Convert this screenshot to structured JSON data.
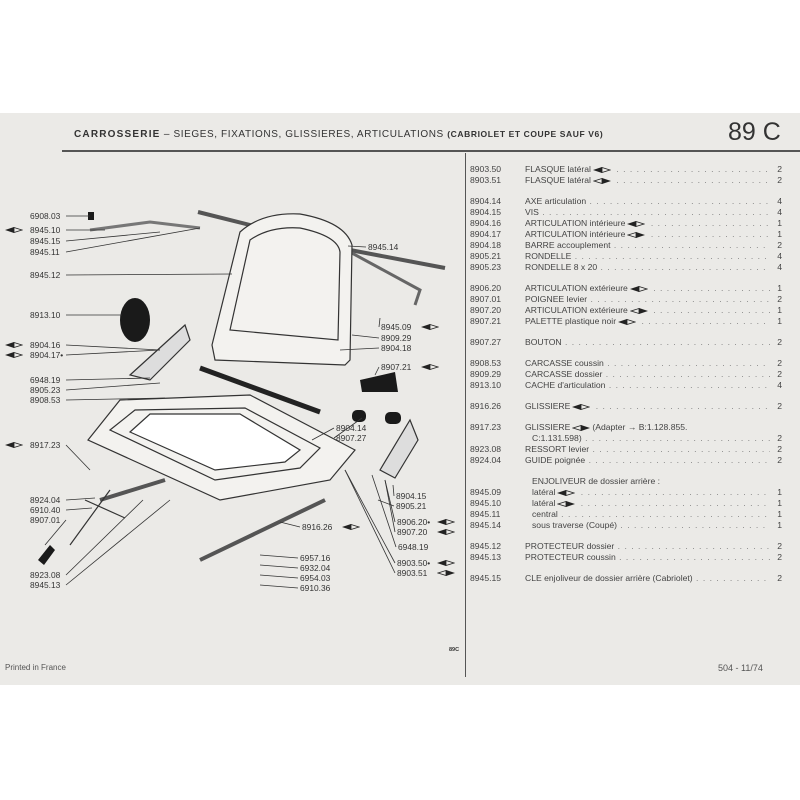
{
  "header": {
    "title_bold": "CARROSSERIE",
    "title_rest": " – SIEGES, FIXATIONS, GLISSIERES, ARTICULATIONS ",
    "title_paren": "(CABRIOLET ET COUPE SAUF V6)",
    "page_number": "89 C"
  },
  "parts_groups": [
    [
      {
        "ref": "8903.50",
        "desc": "FLASQUE latéral",
        "arrow": "left",
        "qty": "2"
      },
      {
        "ref": "8903.51",
        "desc": "FLASQUE latéral",
        "arrow": "right",
        "qty": "2"
      }
    ],
    [
      {
        "ref": "8904.14",
        "desc": "AXE articulation",
        "qty": "4"
      },
      {
        "ref": "8904.15",
        "desc": "VIS",
        "qty": "4"
      },
      {
        "ref": "8904.16",
        "desc": "ARTICULATION intérieure",
        "arrow": "left",
        "qty": "1"
      },
      {
        "ref": "8904.17",
        "desc": "ARTICULATION intérieure",
        "arrow": "right",
        "qty": "1"
      },
      {
        "ref": "8904.18",
        "desc": "BARRE accouplement",
        "qty": "2"
      },
      {
        "ref": "8905.21",
        "desc": "RONDELLE",
        "qty": "4"
      },
      {
        "ref": "8905.23",
        "desc": "RONDELLE 8 x 20",
        "qty": "4"
      }
    ],
    [
      {
        "ref": "8906.20",
        "desc": "ARTICULATION extérieure",
        "arrow": "left",
        "qty": "1"
      },
      {
        "ref": "8907.01",
        "desc": "POIGNEE levier",
        "qty": "2"
      },
      {
        "ref": "8907.20",
        "desc": "ARTICULATION extérieure",
        "arrow": "right",
        "qty": "1"
      },
      {
        "ref": "8907.21",
        "desc": "PALETTE plastique noir",
        "arrow": "left",
        "qty": "1"
      }
    ],
    [
      {
        "ref": "8907.27",
        "desc": "BOUTON",
        "qty": "2"
      }
    ],
    [
      {
        "ref": "8908.53",
        "desc": "CARCASSE coussin",
        "qty": "2"
      },
      {
        "ref": "8909.29",
        "desc": "CARCASSE dossier",
        "qty": "2"
      },
      {
        "ref": "8913.10",
        "desc": "CACHE d'articulation",
        "qty": "4"
      }
    ],
    [
      {
        "ref": "8916.26",
        "desc": "GLISSIERE",
        "arrow": "left",
        "qty": "2"
      }
    ],
    [
      {
        "ref": "8917.23",
        "desc": "GLISSIERE",
        "arrow": "right",
        "extra": "(Adapter → B:1.128.855.",
        "qty": ""
      },
      {
        "ref": "",
        "desc": "C:1.131.598)",
        "qty": "2",
        "cont": true
      },
      {
        "ref": "8923.08",
        "desc": "RESSORT levier",
        "qty": "2"
      },
      {
        "ref": "8924.04",
        "desc": "GUIDE poignée",
        "qty": "2"
      }
    ],
    [
      {
        "ref": "",
        "desc": "ENJOLIVEUR de dossier arrière :",
        "qty": "",
        "heading": true
      },
      {
        "ref": "8945.09",
        "desc": "latéral",
        "arrow": "left",
        "qty": "1",
        "sub": true
      },
      {
        "ref": "8945.10",
        "desc": "latéral",
        "arrow": "right",
        "qty": "1",
        "sub": true
      },
      {
        "ref": "8945.11",
        "desc": "central",
        "qty": "1",
        "sub": true
      },
      {
        "ref": "8945.14",
        "desc": "sous traverse (Coupé)",
        "qty": "1",
        "sub": true
      }
    ],
    [
      {
        "ref": "8945.12",
        "desc": "PROTECTEUR dossier",
        "qty": "2"
      },
      {
        "ref": "8945.13",
        "desc": "PROTECTEUR coussin",
        "qty": "2"
      }
    ],
    [
      {
        "ref": "8945.15",
        "desc": "CLE enjoliveur de dossier arrière (Cabriolet)",
        "qty": "2"
      }
    ]
  ],
  "callouts": [
    "6908.03",
    "8945.10",
    "8945.15",
    "8945.11",
    "8945.12",
    "8913.10",
    "8904.16",
    "8904.17•",
    "6948.19",
    "8905.23",
    "8908.53",
    "8917.23",
    "8924.04",
    "6910.40",
    "8907.01",
    "8923.08",
    "8945.13",
    "8945.14",
    "8945.09",
    "8909.29",
    "8904.18",
    "8907.21",
    "8904.14",
    "8907.27",
    "8904.15",
    "8905.21",
    "8916.26",
    "8906.20•",
    "8907.20",
    "6948.19",
    "6957.16",
    "6932.04",
    "6954.03",
    "6910.36",
    "8903.50•",
    "8903.51"
  ],
  "figure_label": "89C",
  "footer": {
    "left": "Printed in France",
    "right": "504 - 11/74"
  },
  "colors": {
    "paper": "#ebeae7",
    "ink": "#333333"
  }
}
